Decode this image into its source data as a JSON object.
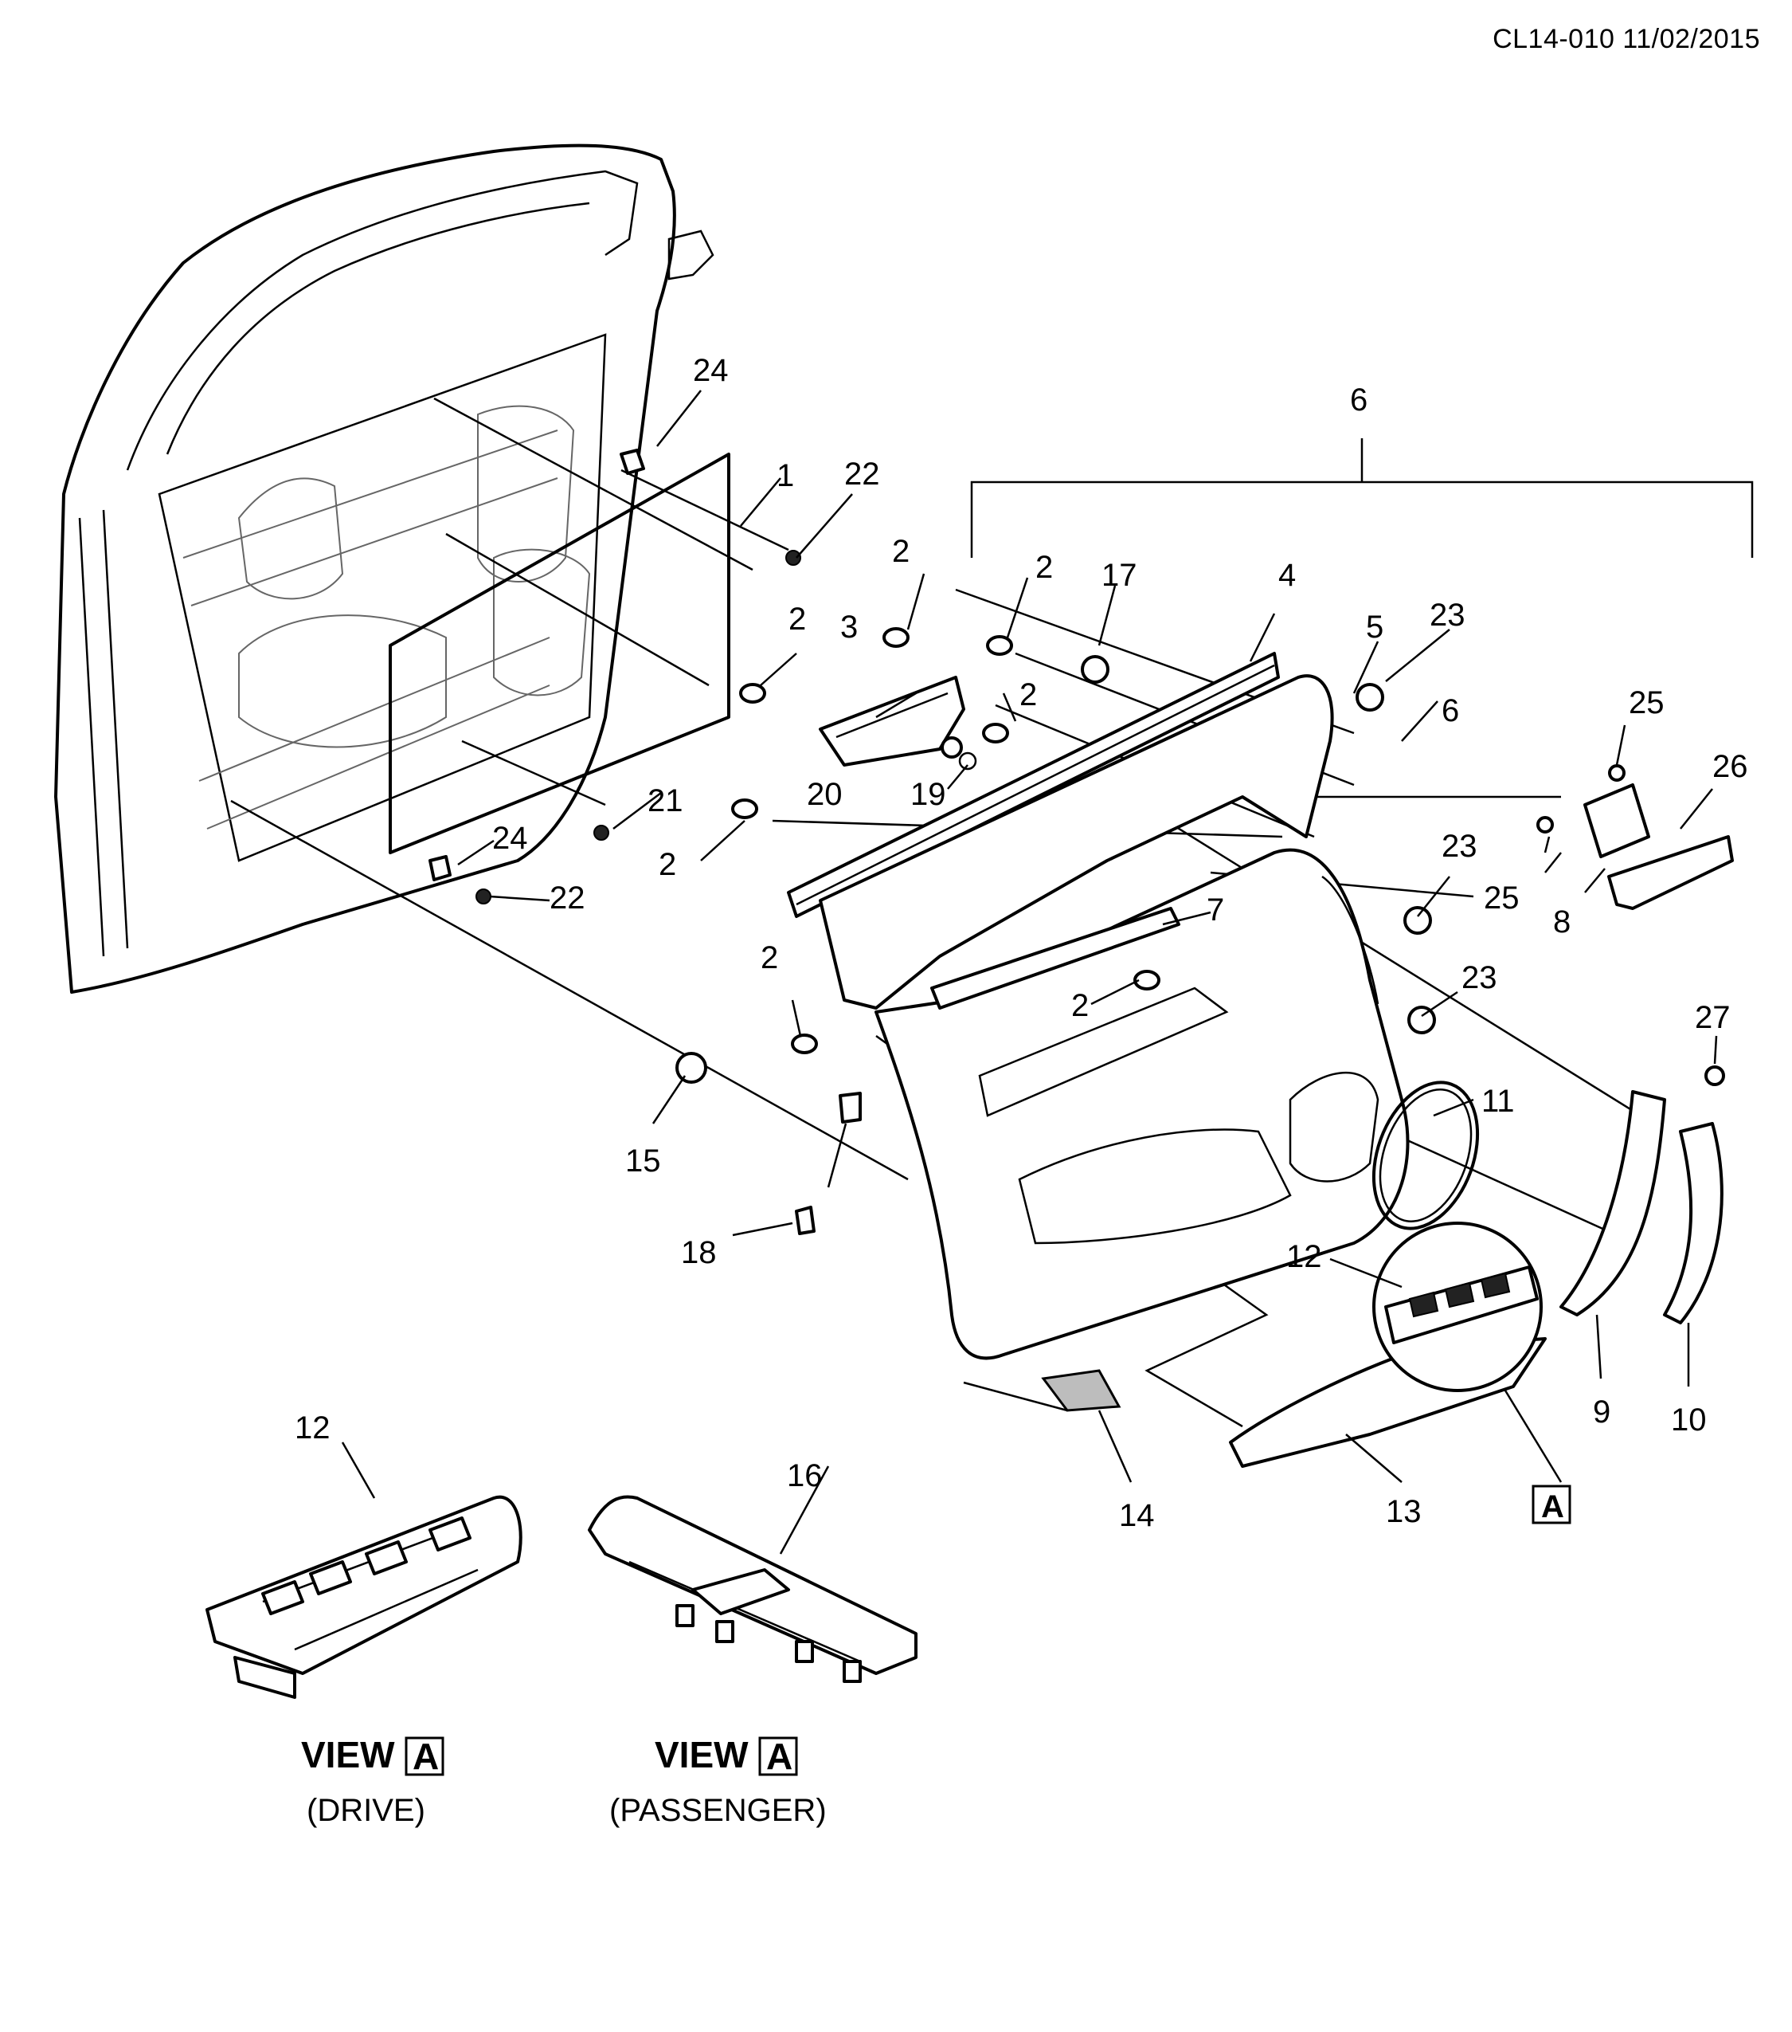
{
  "header": {
    "doc_id": "CL14-010 11/02/2015"
  },
  "callouts": [
    {
      "id": "c24a",
      "label": "24"
    },
    {
      "id": "c1",
      "label": "1"
    },
    {
      "id": "c22a",
      "label": "22"
    },
    {
      "id": "c6top",
      "label": "6"
    },
    {
      "id": "c2a",
      "label": "2"
    },
    {
      "id": "c2b",
      "label": "2"
    },
    {
      "id": "c17",
      "label": "17"
    },
    {
      "id": "c4",
      "label": "4"
    },
    {
      "id": "c2c",
      "label": "2"
    },
    {
      "id": "c3",
      "label": "3"
    },
    {
      "id": "c5",
      "label": "5"
    },
    {
      "id": "c23a",
      "label": "23"
    },
    {
      "id": "c2d",
      "label": "2"
    },
    {
      "id": "c6b",
      "label": "6"
    },
    {
      "id": "c25a",
      "label": "25"
    },
    {
      "id": "c26",
      "label": "26"
    },
    {
      "id": "c20",
      "label": "20"
    },
    {
      "id": "c19",
      "label": "19"
    },
    {
      "id": "c21",
      "label": "21"
    },
    {
      "id": "c24b",
      "label": "24"
    },
    {
      "id": "c2e",
      "label": "2"
    },
    {
      "id": "c22b",
      "label": "22"
    },
    {
      "id": "c23b",
      "label": "23"
    },
    {
      "id": "c25b",
      "label": "25"
    },
    {
      "id": "c8",
      "label": "8"
    },
    {
      "id": "c7",
      "label": "7"
    },
    {
      "id": "c2f",
      "label": "2"
    },
    {
      "id": "c2g",
      "label": "2"
    },
    {
      "id": "c23c",
      "label": "23"
    },
    {
      "id": "c27",
      "label": "27"
    },
    {
      "id": "c11",
      "label": "11"
    },
    {
      "id": "c15",
      "label": "15"
    },
    {
      "id": "c18",
      "label": "18"
    },
    {
      "id": "c12a",
      "label": "12"
    },
    {
      "id": "c9",
      "label": "9"
    },
    {
      "id": "c10",
      "label": "10"
    },
    {
      "id": "c14",
      "label": "14"
    },
    {
      "id": "c13",
      "label": "13"
    },
    {
      "id": "c12b",
      "label": "12"
    },
    {
      "id": "c16",
      "label": "16"
    }
  ],
  "view_marker": "A",
  "views": [
    {
      "title": "VIEW",
      "marker": "A",
      "subtitle": "(DRIVE)"
    },
    {
      "title": "VIEW",
      "marker": "A",
      "subtitle": "(PASSENGER)"
    }
  ]
}
